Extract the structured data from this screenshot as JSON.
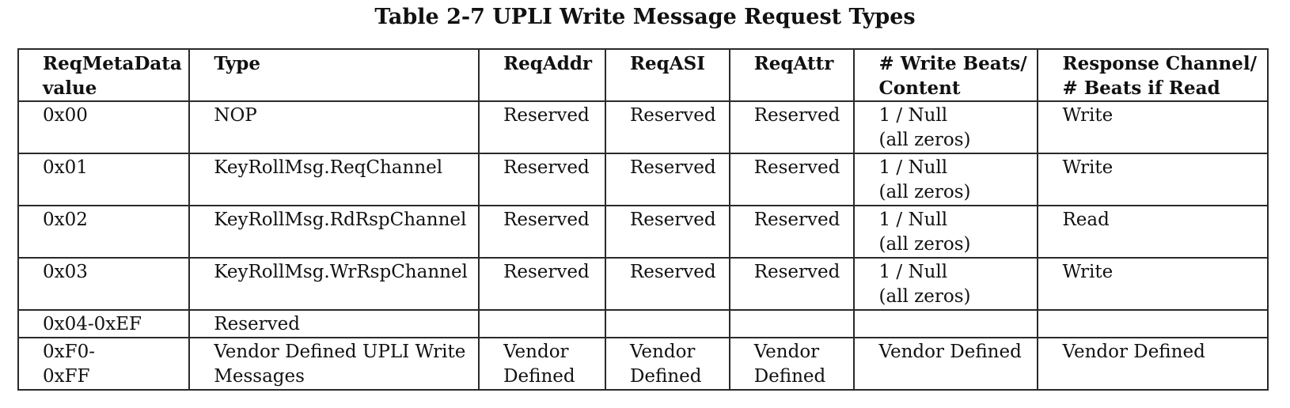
{
  "caption": "Table 2-7 UPLI Write Message Request Types",
  "table": {
    "headers": [
      [
        "ReqMetaData",
        "value"
      ],
      [
        "Type"
      ],
      [
        "ReqAddr"
      ],
      [
        "ReqASI"
      ],
      [
        "ReqAttr"
      ],
      [
        "# Write Beats/",
        "Content"
      ],
      [
        "Response Channel/",
        "# Beats if Read"
      ]
    ],
    "rows": [
      {
        "cells": [
          [
            "0x00"
          ],
          [
            "NOP"
          ],
          [
            "Reserved"
          ],
          [
            "Reserved"
          ],
          [
            "Reserved"
          ],
          [
            "1 / Null",
            "(all zeros)"
          ],
          [
            "Write"
          ]
        ]
      },
      {
        "cells": [
          [
            "0x01"
          ],
          [
            "KeyRollMsg.ReqChannel"
          ],
          [
            "Reserved"
          ],
          [
            "Reserved"
          ],
          [
            "Reserved"
          ],
          [
            "1 / Null",
            "(all zeros)"
          ],
          [
            "Write"
          ]
        ]
      },
      {
        "cells": [
          [
            "0x02"
          ],
          [
            "KeyRollMsg.RdRspChannel"
          ],
          [
            "Reserved"
          ],
          [
            "Reserved"
          ],
          [
            "Reserved"
          ],
          [
            "1 / Null",
            "(all zeros)"
          ],
          [
            "Read"
          ]
        ]
      },
      {
        "cells": [
          [
            "0x03"
          ],
          [
            "KeyRollMsg.WrRspChannel"
          ],
          [
            "Reserved"
          ],
          [
            "Reserved"
          ],
          [
            "Reserved"
          ],
          [
            "1 / Null",
            "(all zeros)"
          ],
          [
            "Write"
          ]
        ]
      },
      {
        "cells": [
          [
            "0x04-0xEF"
          ],
          [
            "Reserved"
          ],
          [
            ""
          ],
          [
            ""
          ],
          [
            ""
          ],
          [
            ""
          ],
          [
            ""
          ]
        ]
      },
      {
        "cells": [
          [
            "0xF0-",
            "0xFF"
          ],
          [
            "Vendor Defined UPLI Write",
            "Messages"
          ],
          [
            "Vendor",
            "Defined"
          ],
          [
            "Vendor",
            "Defined"
          ],
          [
            "Vendor",
            "Defined"
          ],
          [
            "Vendor Defined"
          ],
          [
            "Vendor Defined"
          ]
        ]
      }
    ]
  }
}
